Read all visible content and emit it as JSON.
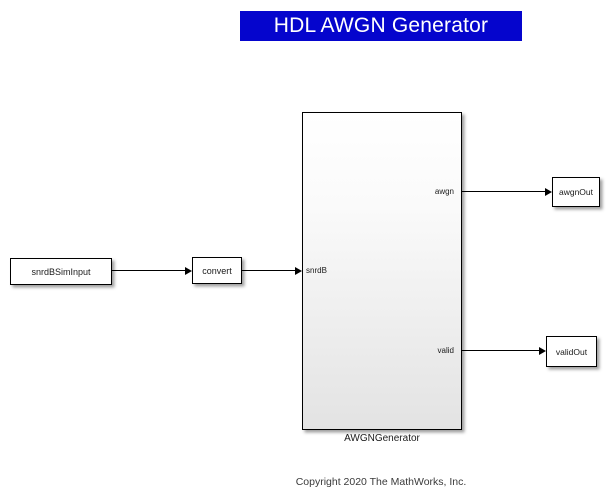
{
  "title_banner": {
    "label": "HDL AWGN Generator",
    "bg_color": "#0505CD",
    "text_color": "#FFFFFF"
  },
  "blocks": {
    "sim_input": {
      "label": "snrdBSimInput"
    },
    "convert": {
      "label": "convert"
    },
    "awgn_generator": {
      "label": "AWGNGenerator",
      "ports": {
        "input": "snrdB",
        "output_awgn": "awgn",
        "output_valid": "valid"
      }
    },
    "awgn_out": {
      "label": "awgnOut"
    },
    "valid_out": {
      "label": "validOut"
    }
  },
  "annotations": {
    "copyright": "Copyright 2020 The MathWorks, Inc."
  }
}
